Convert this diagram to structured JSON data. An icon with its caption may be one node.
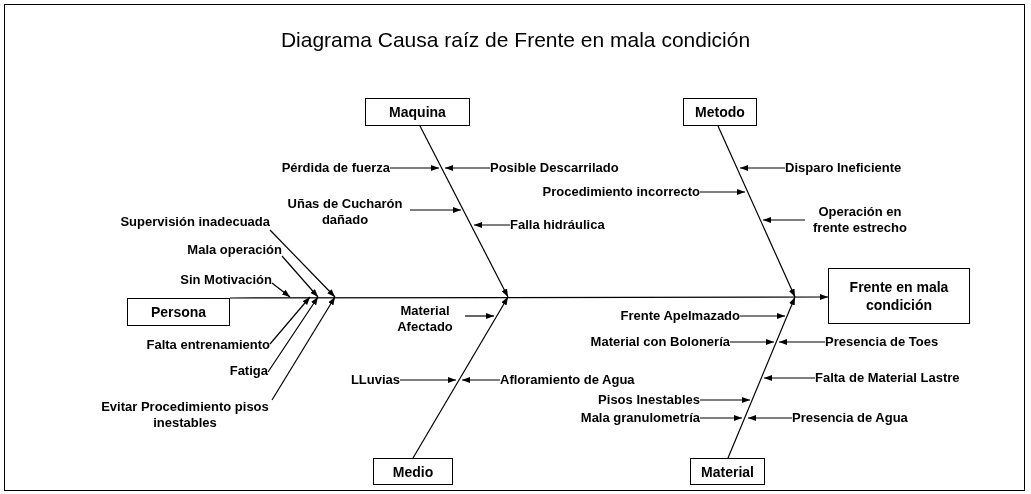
{
  "diagram": {
    "title": "Diagrama Causa raíz de Frente en mala condición",
    "nodes": [
      {
        "text": [
          "Maquina"
        ]
      },
      {
        "text": [
          "Metodo"
        ]
      },
      {
        "text": [
          "Pérdida de fuerza"
        ]
      },
      {
        "text": [
          "Posible Descarrilado"
        ]
      },
      {
        "text": [
          "Disparo Ineficiente"
        ]
      },
      {
        "text": [
          "Uñas de Cucharón dañado"
        ]
      },
      {
        "text": [
          "Procedimiento incorrecto"
        ]
      },
      {
        "text": [
          "Falla hidráulica"
        ]
      },
      {
        "text": [
          "Operación en frente estrecho"
        ]
      },
      {
        "text": [
          "Supervisión inadecuada"
        ]
      },
      {
        "text": [
          "Mala operación"
        ]
      },
      {
        "text": [
          "Sin Motivación"
        ]
      },
      {
        "text": [
          "Persona"
        ]
      },
      {
        "text": [
          "Frente en mala condición"
        ]
      },
      {
        "text": [
          "Falta entrenamiento"
        ]
      },
      {
        "text": [
          "Material Afectado"
        ]
      },
      {
        "text": [
          "Frente Apelmazado"
        ]
      },
      {
        "text": [
          "Material con Bolonería"
        ]
      },
      {
        "text": [
          "Presencia de Toes"
        ]
      },
      {
        "text": [
          "Fatiga"
        ]
      },
      {
        "text": [
          "LLuvias"
        ]
      },
      {
        "text": [
          "Afloramiento de Agua"
        ]
      },
      {
        "text": [
          "Falta de Material Lastre"
        ]
      },
      {
        "text": [
          "Evitar Procedimiento pisos inestables"
        ]
      },
      {
        "text": [
          "Pisos Inestables"
        ]
      },
      {
        "text": [
          "Mala granulometría"
        ]
      },
      {
        "text": [
          "Presencia de Agua"
        ]
      },
      {
        "text": [
          "Medio"
        ]
      },
      {
        "text": [
          "Material"
        ]
      }
    ],
    "edges": [
      {
        "from": 12,
        "to": 13,
        "arrow": "to"
      },
      {
        "from": 0,
        "to": null,
        "arrow": "to"
      },
      {
        "from": 1,
        "to": null,
        "arrow": "to"
      },
      {
        "from": 27,
        "to": null,
        "arrow": "to"
      },
      {
        "from": 28,
        "to": null,
        "arrow": "to"
      },
      {
        "from": 2,
        "to": null,
        "arrow": "to"
      },
      {
        "from": 3,
        "to": null,
        "arrow": "to"
      },
      {
        "from": 4,
        "to": null,
        "arrow": "to"
      },
      {
        "from": 5,
        "to": null,
        "arrow": "to"
      },
      {
        "from": 6,
        "to": null,
        "arrow": "to"
      },
      {
        "from": 7,
        "to": null,
        "arrow": "to"
      },
      {
        "from": 8,
        "to": null,
        "arrow": "to"
      },
      {
        "from": 9,
        "to": null,
        "arrow": "to"
      },
      {
        "from": 10,
        "to": null,
        "arrow": "to"
      },
      {
        "from": 11,
        "to": null,
        "arrow": "to"
      },
      {
        "from": 14,
        "to": null,
        "arrow": "to"
      },
      {
        "from": 15,
        "to": null,
        "arrow": "to"
      },
      {
        "from": 16,
        "to": null,
        "arrow": "to"
      },
      {
        "from": 17,
        "to": null,
        "arrow": "to"
      },
      {
        "from": 18,
        "to": null,
        "arrow": "to"
      },
      {
        "from": 19,
        "to": null,
        "arrow": "to"
      },
      {
        "from": 20,
        "to": null,
        "arrow": "to"
      },
      {
        "from": 21,
        "to": null,
        "arrow": "to"
      },
      {
        "from": 22,
        "to": null,
        "arrow": "to"
      },
      {
        "from": 23,
        "to": null,
        "arrow": "to"
      },
      {
        "from": 24,
        "to": null,
        "arrow": "to"
      },
      {
        "from": 25,
        "to": null,
        "arrow": "to"
      },
      {
        "from": 26,
        "to": null,
        "arrow": "to"
      }
    ]
  }
}
